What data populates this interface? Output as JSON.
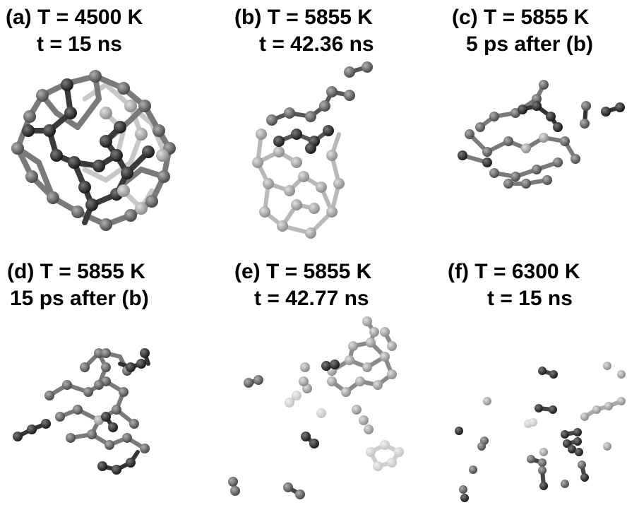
{
  "panels": [
    {
      "id": "a",
      "line1": "(a) T = 4500 K",
      "line2": "t = 15 ns"
    },
    {
      "id": "b",
      "line1": "(b) T = 5855 K",
      "line2": "t = 42.36 ns"
    },
    {
      "id": "c",
      "line1": "(c) T = 5855 K",
      "line2": "5 ps after (b)"
    },
    {
      "id": "d",
      "line1": "(d) T = 5855 K",
      "line2": "15 ps after (b)"
    },
    {
      "id": "e",
      "line1": "(e) T = 5855 K",
      "line2": "t = 42.77 ns"
    },
    {
      "id": "f",
      "line1": "(f) T = 6300 K",
      "line2": "t = 15 ns"
    }
  ],
  "colors": {
    "dark_atom": "#2a2a2a",
    "mid_atom": "#6e6e6e",
    "light_atom": "#b8b8b8",
    "bond": "#8a8a8a"
  }
}
